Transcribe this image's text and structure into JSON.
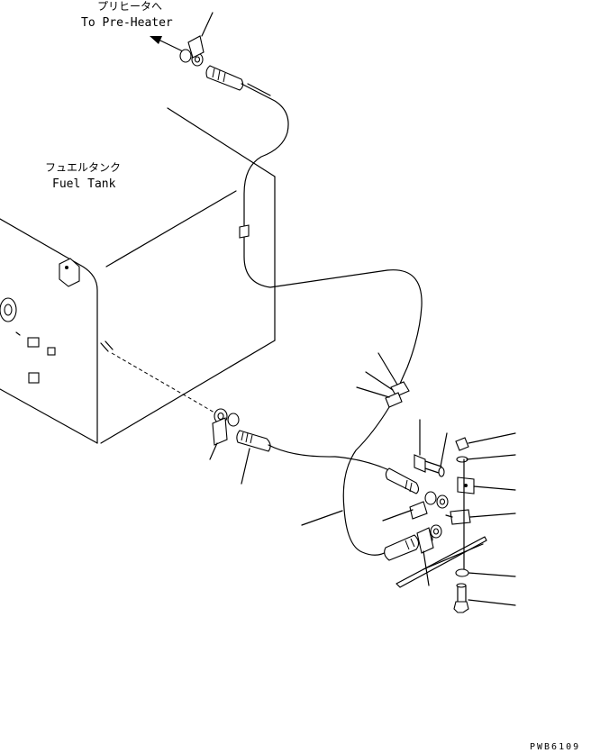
{
  "labels": {
    "preheater_jp": "プリヒータへ",
    "preheater_en": "To Pre-Heater",
    "fueltank_jp": "フュエルタンク",
    "fueltank_en": "Fuel Tank",
    "drawing_code": "PWB6109"
  }
}
